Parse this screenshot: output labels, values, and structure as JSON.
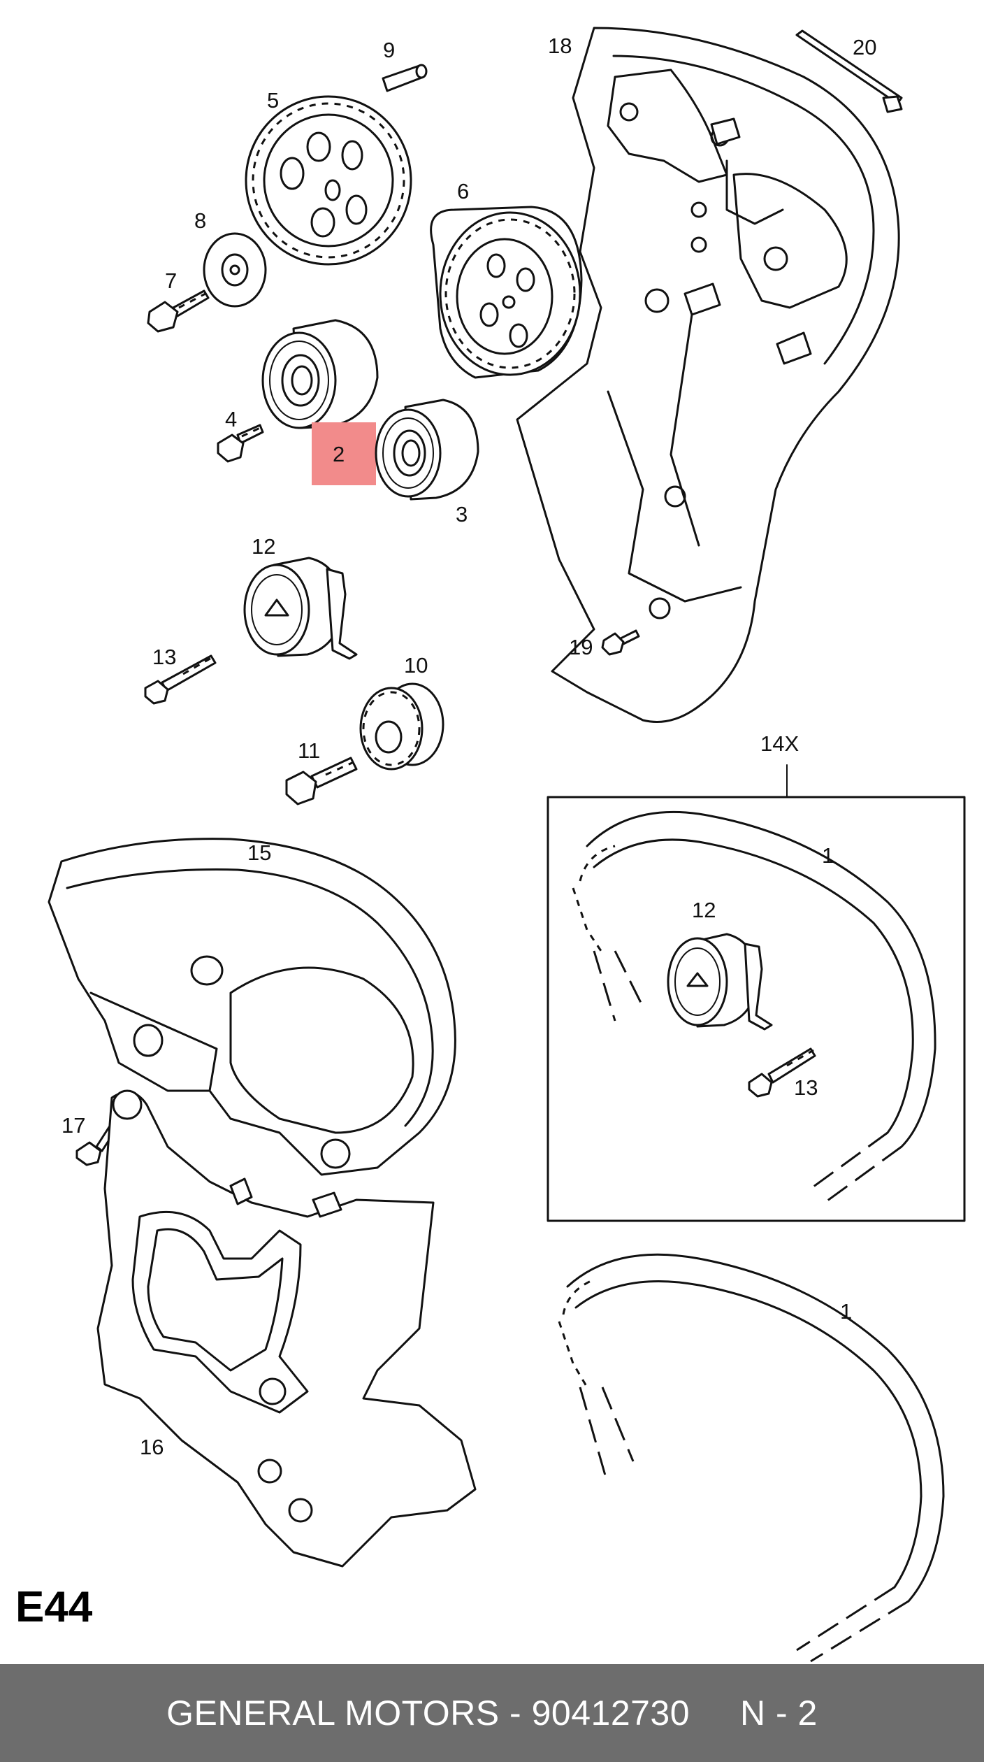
{
  "callouts": {
    "c1a": "1",
    "c1b": "1",
    "c2": "2",
    "c3": "3",
    "c4": "4",
    "c5": "5",
    "c6": "6",
    "c7": "7",
    "c8": "8",
    "c9": "9",
    "c10": "10",
    "c11": "11",
    "c12a": "12",
    "c12b": "12",
    "c13a": "13",
    "c13b": "13",
    "c14x": "14X",
    "c15": "15",
    "c16": "16",
    "c17": "17",
    "c18": "18",
    "c19": "19",
    "c20": "20"
  },
  "highlight": {
    "part": "2",
    "color": "#f28b8b"
  },
  "diagram_code": "E44",
  "footer": {
    "text": "GENERAL MOTORS - 90412730     N - 2",
    "background": "#6d6d6d",
    "color": "#ffffff"
  }
}
